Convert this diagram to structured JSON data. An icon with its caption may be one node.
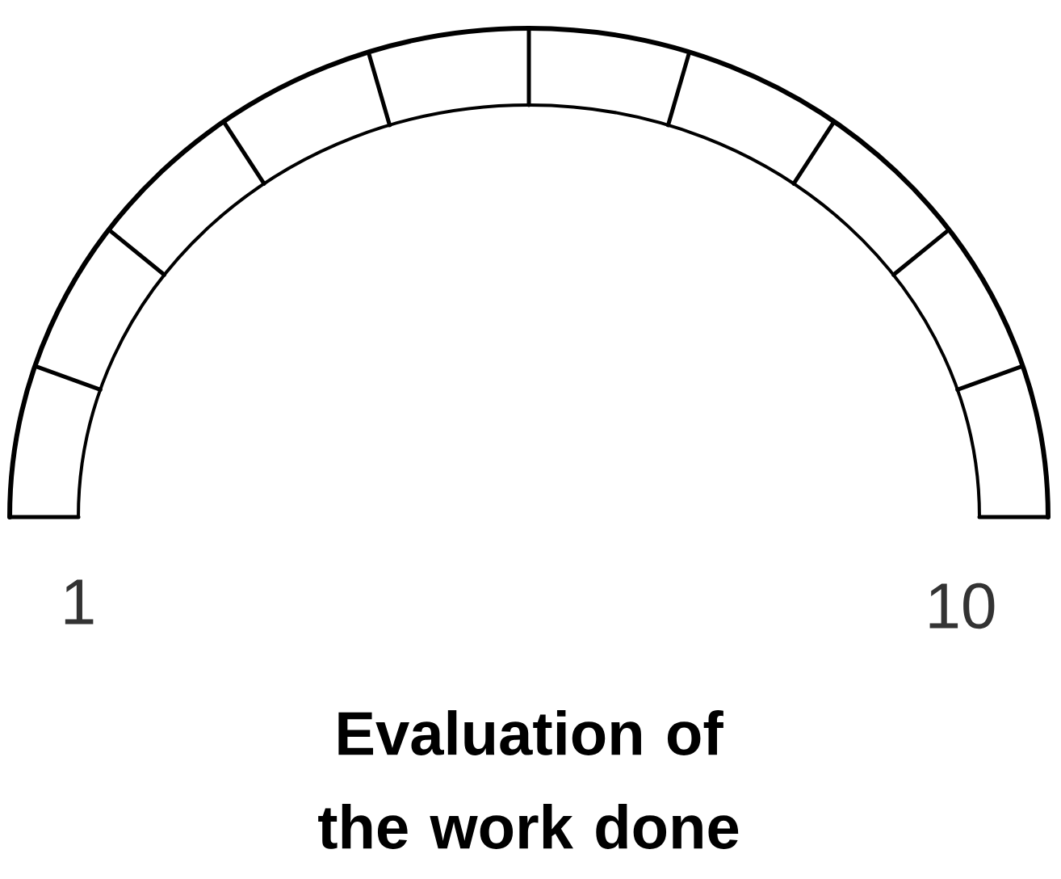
{
  "diagram": {
    "caption": "Evaluation of the work done",
    "labels": [
      "1",
      "10"
    ]
  }
}
